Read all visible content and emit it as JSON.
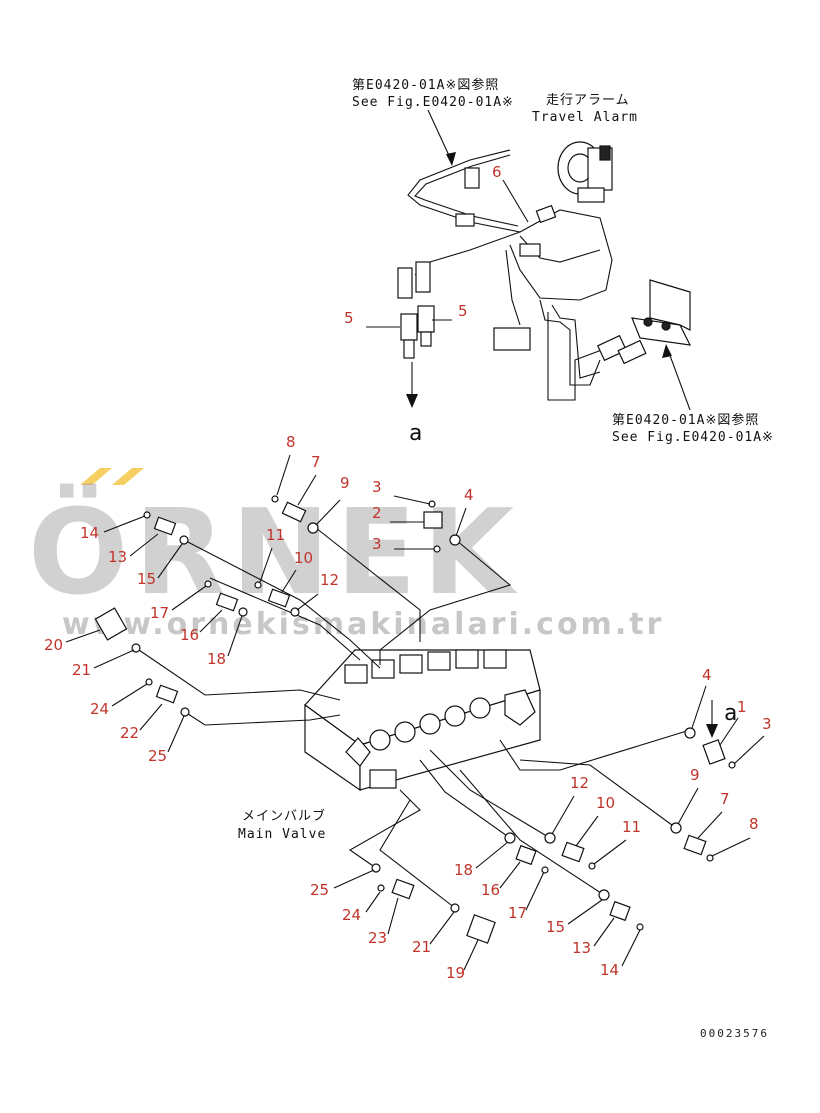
{
  "notes": {
    "ref_top_jp": "第E0420-01A※図参照",
    "ref_top_en": "See Fig.E0420-01A※",
    "alarm_jp": "走行アラーム",
    "alarm_en": "Travel Alarm",
    "ref_right_jp": "第E0420-01A※図参照",
    "ref_right_en": "See Fig.E0420-01A※",
    "valve_jp": "メインバルブ",
    "valve_en": "Main Valve",
    "arrow_a_left": "a",
    "arrow_a_right": "a"
  },
  "watermark": {
    "brand": "ÖRNEK",
    "url": "www.ornekismakinalari.com.tr",
    "accent_color": "#f2c33a"
  },
  "drawing_code": "00023576",
  "part_numbers": {
    "top": [
      "6",
      "5",
      "5"
    ],
    "left_cluster": [
      "8",
      "7",
      "9",
      "3",
      "2",
      "3",
      "4",
      "14",
      "13",
      "15",
      "11",
      "10",
      "12",
      "17",
      "16",
      "18",
      "20",
      "21",
      "24",
      "22",
      "25"
    ],
    "right_cluster": [
      "4",
      "1",
      "3",
      "9",
      "7",
      "8",
      "12",
      "10",
      "11",
      "18",
      "16",
      "17",
      "15",
      "13",
      "14",
      "25",
      "24",
      "23",
      "21",
      "19"
    ]
  },
  "colors": {
    "callout": "#c0342b",
    "line": "#111111",
    "watermark": "#9a9a9a"
  }
}
